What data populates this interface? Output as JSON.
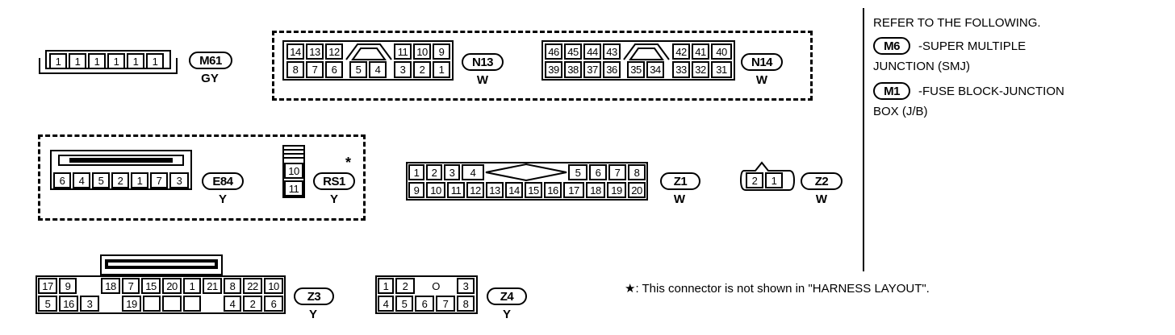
{
  "connectors": {
    "m61": {
      "id": "M61",
      "color": "GY",
      "pins": [
        "1",
        "1",
        "1",
        "1",
        "1",
        "1"
      ]
    },
    "n13": {
      "id": "N13",
      "color": "W",
      "top": [
        "14",
        "13",
        "12",
        "11",
        "10",
        "9"
      ],
      "bottom": [
        "8",
        "7",
        "6",
        "5",
        "4",
        "3",
        "2",
        "1"
      ]
    },
    "n14": {
      "id": "N14",
      "color": "W",
      "top": [
        "46",
        "45",
        "44",
        "43",
        "42",
        "41",
        "40"
      ],
      "bottom": [
        "39",
        "38",
        "37",
        "36",
        "35",
        "34",
        "33",
        "32",
        "31"
      ]
    },
    "e84": {
      "id": "E84",
      "color": "Y",
      "pins": [
        "6",
        "4",
        "5",
        "2",
        "1",
        "7",
        "3"
      ]
    },
    "rs1": {
      "id": "RS1",
      "color": "Y",
      "star": "*",
      "pins": [
        "10",
        "11"
      ]
    },
    "z1": {
      "id": "Z1",
      "color": "W",
      "top": [
        "1",
        "2",
        "3",
        "4",
        "5",
        "6",
        "7",
        "8"
      ],
      "bottom": [
        "9",
        "10",
        "11",
        "12",
        "13",
        "14",
        "15",
        "16",
        "17",
        "18",
        "19",
        "20"
      ]
    },
    "z2": {
      "id": "Z2",
      "color": "W",
      "pins": [
        "2",
        "1"
      ]
    },
    "z3": {
      "id": "Z3",
      "color": "Y",
      "top": [
        "17",
        "9",
        "18",
        "7",
        "15",
        "20",
        "1",
        "21",
        "8",
        "22",
        "10"
      ],
      "bottom": [
        "5",
        "16",
        "3",
        "19",
        "4",
        "2",
        "6"
      ]
    },
    "z4": {
      "id": "Z4",
      "color": "Y",
      "top": [
        "1",
        "2",
        "O",
        "3"
      ],
      "bottom": [
        "4",
        "5",
        "6",
        "7",
        "8"
      ]
    }
  },
  "refer": {
    "heading": "REFER TO THE FOLLOWING.",
    "m6_badge": "M6",
    "m6_text": "-SUPER MULTIPLE",
    "m6_text2": "JUNCTION (SMJ)",
    "m1_badge": "M1",
    "m1_text": "-FUSE BLOCK-JUNCTION",
    "m1_text2": "BOX (J/B)"
  },
  "footnote": "★: This connector is not shown in \"HARNESS LAYOUT\"."
}
